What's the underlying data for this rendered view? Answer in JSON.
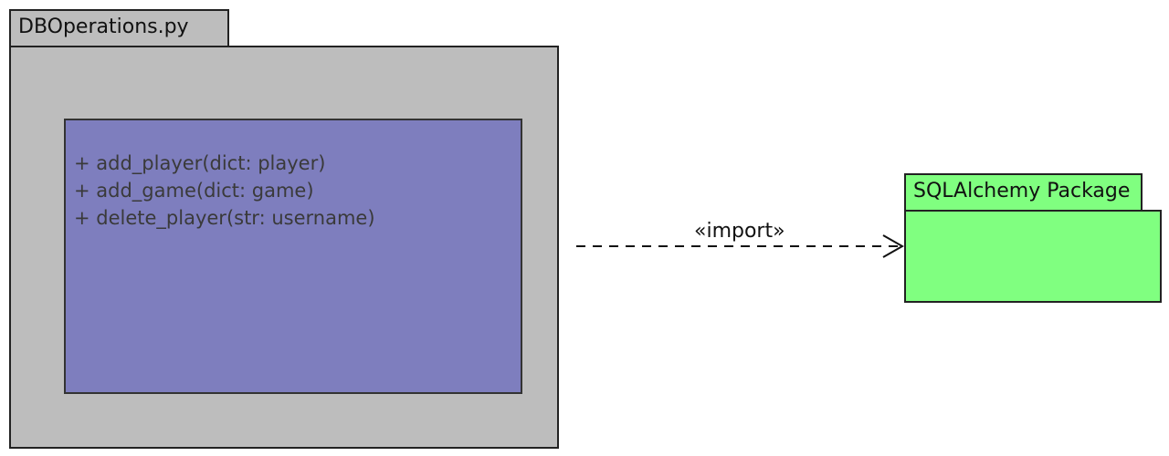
{
  "packages": {
    "db_operations": {
      "name": "DBOperations.py",
      "color": "#bdbdbd",
      "operations": [
        "+ add_player(dict: player)",
        "+ add_game(dict: game)",
        "+ delete_player(str: username)"
      ],
      "operations_box_color": "#7e7ebe"
    },
    "sqlalchemy": {
      "name": "SQLAlchemy Package",
      "color": "#80ff80"
    }
  },
  "dependency": {
    "label": "«import»",
    "line_style": "dashed",
    "arrowhead": "open"
  }
}
